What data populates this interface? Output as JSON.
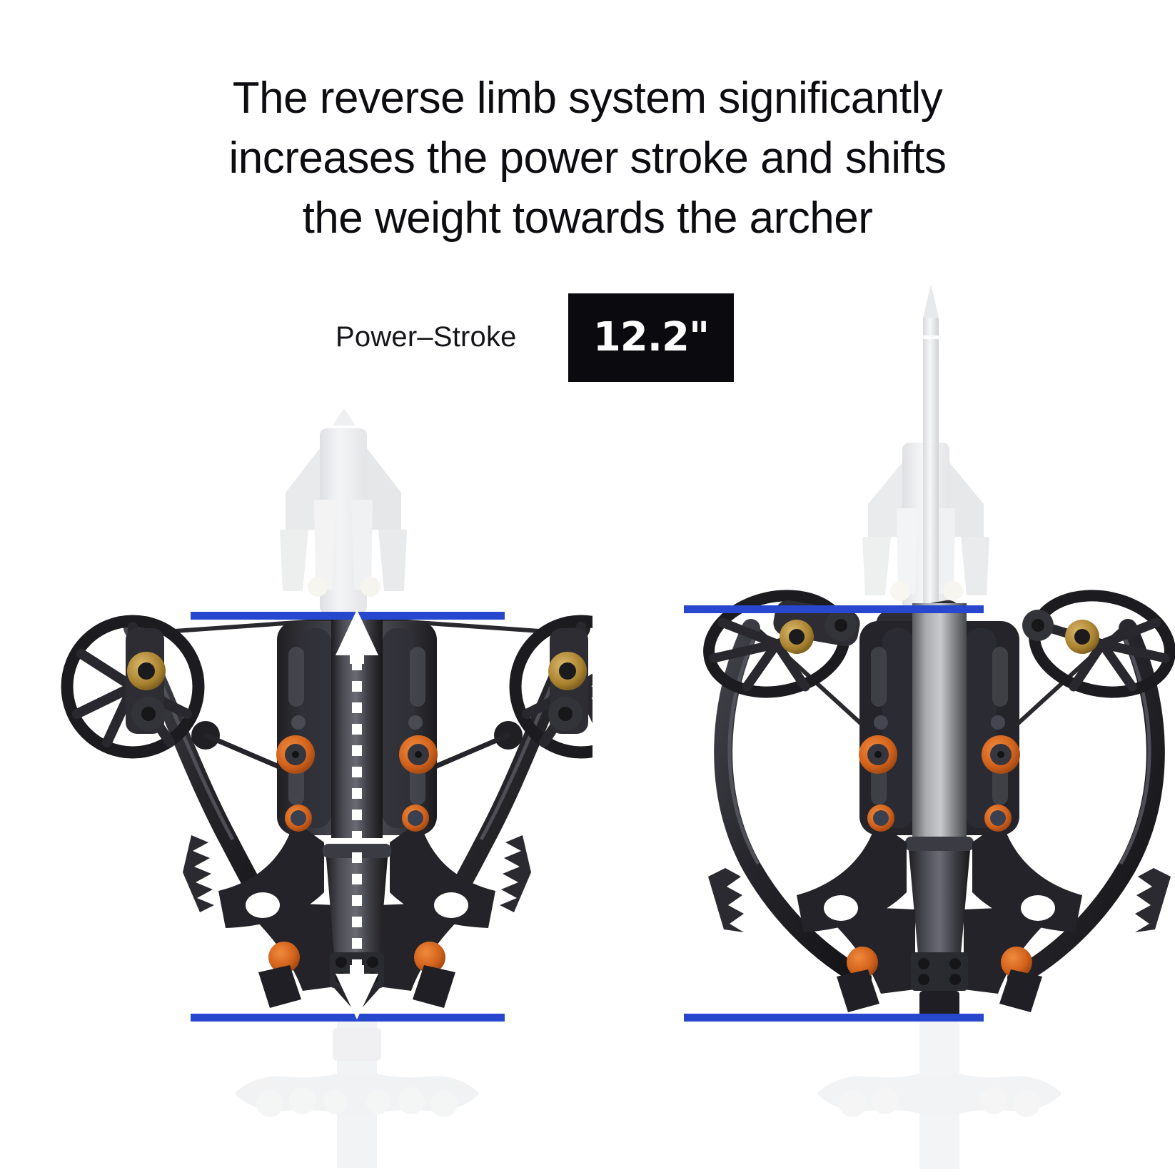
{
  "headline": {
    "text": "The reverse limb system significantly\nincreases the power stroke and shifts\nthe weight towards the archer"
  },
  "spec": {
    "label": "Power–Stroke",
    "value": "12.2\"",
    "badge_bg": "#0a0a0f",
    "badge_text_color": "#ffffff"
  },
  "measurement": {
    "line_color": "#2747cf",
    "arrow_color": "#ffffff",
    "arrow_name": "power-stroke-double-arrow",
    "top_line_label": "power-stroke-top-reference-line",
    "bottom_line_label": "power-stroke-bottom-reference-line"
  },
  "figures": [
    {
      "id": "left",
      "name": "crossbow-uncocked-front-view",
      "state": "uncocked",
      "description": "Reverse-limb crossbow front view, string at rest, power stroke measured between blue reference lines",
      "has_bolt": false
    },
    {
      "id": "right",
      "name": "crossbow-cocked-front-view",
      "state": "cocked",
      "description": "Reverse-limb crossbow front view, string drawn back with bolt loaded",
      "has_bolt": true
    }
  ],
  "colors": {
    "background": "#ffffff",
    "riser_dark": "#2b2b2f",
    "riser_mid": "#3a3a40",
    "riser_light": "#55555c",
    "accent_orange": "#d9661f",
    "accent_brass": "#b0893c",
    "ghost": "#e9eaec",
    "barrel_steel": "#8d8f93"
  }
}
